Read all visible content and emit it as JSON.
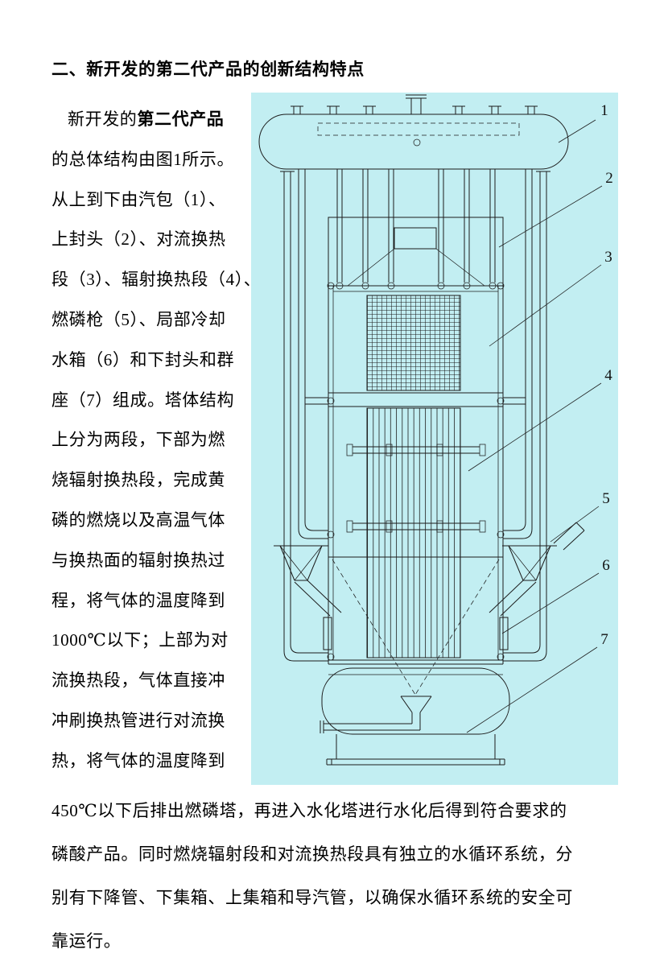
{
  "document": {
    "heading": "二、新开发的第二代产品的创新结构特点"
  },
  "left_column": {
    "first_line_normal": "新开发的",
    "first_line_bold": "第二代产品",
    "lines": [
      "的总体结构由图1所示。",
      "从上到下由汽包（1）、",
      "上封头（2）、对流换热",
      "段（3）、辐射换热段（4）、",
      "燃磷枪（5）、局部冷却",
      "水箱（6）和下封头和群",
      "座（7）组成。塔体结构",
      "上分为两段，下部为燃",
      "烧辐射换热段，完成黄",
      "磷的燃烧以及高温气体",
      "与换热面的辐射换热过",
      "程，将气体的温度降到",
      "1000℃以下；上部为对",
      "流换热段，气体直接冲",
      "冲刷换热管进行对流换",
      "热，将气体的温度降到"
    ]
  },
  "bottom_paragraph": {
    "lines": [
      "450℃以下后排出燃磷塔，再进入水化塔进行水化后得到符合要求的",
      "磷酸产品。同时燃烧辐射段和对流换热段具有独立的水循环系统，分",
      "别有下降管、下集箱、上集箱和导汽管，以确保水循环系统的安全可",
      "靠运行。"
    ]
  },
  "figure": {
    "background_color": "#c2eef2",
    "line_color": "#1c1c1c",
    "callouts": [
      {
        "label": "1"
      },
      {
        "label": "2"
      },
      {
        "label": "3"
      },
      {
        "label": "4"
      },
      {
        "label": "5"
      },
      {
        "label": "6"
      },
      {
        "label": "7"
      }
    ]
  }
}
